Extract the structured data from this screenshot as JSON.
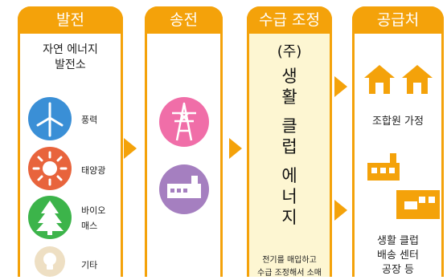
{
  "columns": {
    "generation": {
      "title": "발전"
    },
    "transmission": {
      "title": "송전"
    },
    "supply_adjust": {
      "title": "수급 조정"
    },
    "supply_dest": {
      "title": "공급처"
    }
  },
  "generation": {
    "subtitle_line1": "자연 에너지",
    "subtitle_line2": "발전소",
    "items": [
      {
        "label": "풍력",
        "icon": "wind-turbine-icon"
      },
      {
        "label": "태양광",
        "icon": "sun-icon"
      },
      {
        "label": "바이오",
        "label2": "매스",
        "icon": "tree-icon"
      },
      {
        "label": "기타",
        "icon": "light-bulb-icon"
      }
    ]
  },
  "transmission": {
    "icons": [
      "power-tower-icon",
      "factory-icon"
    ]
  },
  "supply_adjust": {
    "company_chars": [
      "(주)",
      "생",
      "활",
      "",
      "클",
      "럽",
      "",
      "에",
      "너",
      "지"
    ],
    "note_line1": "전기를 매입하고",
    "note_line2": "수급 조정해서 소매"
  },
  "supply_dest": {
    "houses_label": "조합원 가정",
    "facilities_line1": "생활 클럽",
    "facilities_line2": "배송 센터",
    "facilities_line3": "공장 등"
  },
  "colors": {
    "accent": "#f4a20a",
    "wind": "#3a8fd6",
    "sun": "#e8643c",
    "tree": "#3cb44a",
    "bulb": "#eedfc3",
    "tower": "#f06ea8",
    "factory": "#a57fc0"
  }
}
